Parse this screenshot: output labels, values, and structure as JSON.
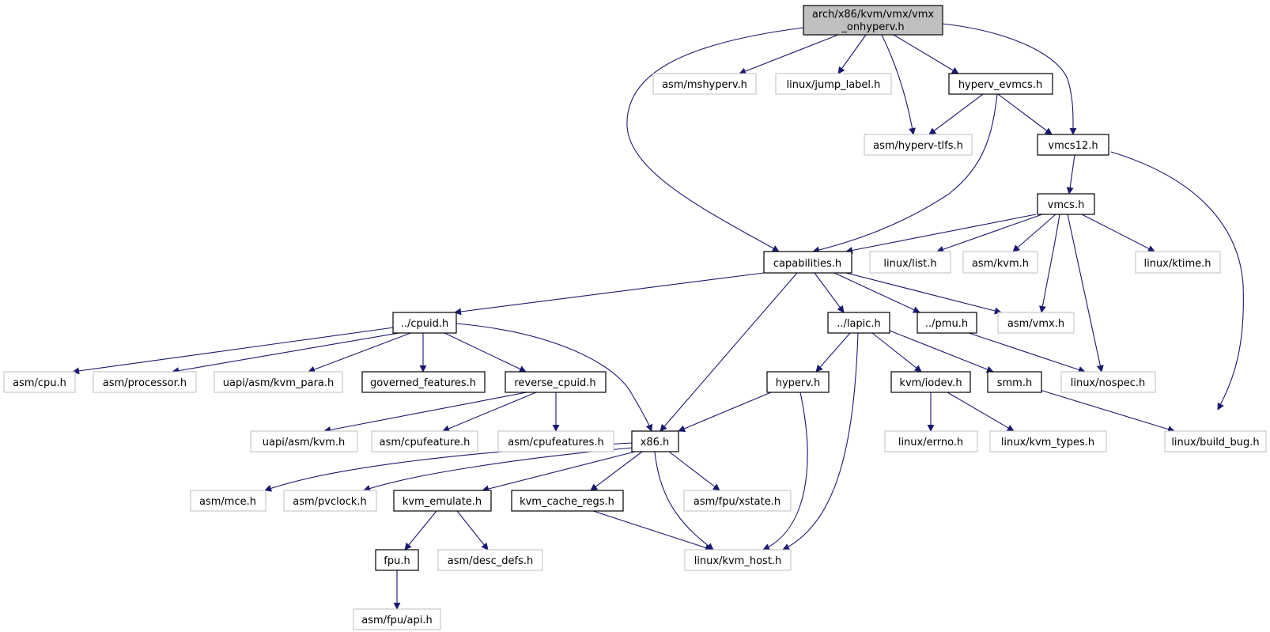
{
  "graph": {
    "edge_color": "#191970",
    "root_fill": "#bfbfbf",
    "external_border": "#bfbfbf",
    "internal_border": "#000000",
    "nodes": {
      "root": {
        "line1": "arch/x86/kvm/vmx/vmx",
        "line2": "_onhyperv.h"
      },
      "asm_mshyperv": {
        "label": "asm/mshyperv.h"
      },
      "linux_jump_label": {
        "label": "linux/jump_label.h"
      },
      "hyperv_evmcs": {
        "label": "hyperv_evmcs.h"
      },
      "asm_hyperv_tlfs": {
        "label": "asm/hyperv-tlfs.h"
      },
      "vmcs12": {
        "label": "vmcs12.h"
      },
      "vmcs": {
        "label": "vmcs.h"
      },
      "capabilities": {
        "label": "capabilities.h"
      },
      "linux_list": {
        "label": "linux/list.h"
      },
      "asm_kvm": {
        "label": "asm/kvm.h"
      },
      "linux_ktime": {
        "label": "linux/ktime.h"
      },
      "cpuid": {
        "label": "../cpuid.h"
      },
      "lapic": {
        "label": "../lapic.h"
      },
      "pmu": {
        "label": "../pmu.h"
      },
      "asm_vmx": {
        "label": "asm/vmx.h"
      },
      "asm_cpu": {
        "label": "asm/cpu.h"
      },
      "asm_processor": {
        "label": "asm/processor.h"
      },
      "uapi_asm_kvm_para": {
        "label": "uapi/asm/kvm_para.h"
      },
      "governed_features": {
        "label": "governed_features.h"
      },
      "reverse_cpuid": {
        "label": "reverse_cpuid.h"
      },
      "hyperv": {
        "label": "hyperv.h"
      },
      "kvm_iodev": {
        "label": "kvm/iodev.h"
      },
      "smm": {
        "label": "smm.h"
      },
      "linux_nospec": {
        "label": "linux/nospec.h"
      },
      "linux_build_bug": {
        "label": "linux/build_bug.h"
      },
      "uapi_asm_kvm": {
        "label": "uapi/asm/kvm.h"
      },
      "asm_cpufeature": {
        "label": "asm/cpufeature.h"
      },
      "asm_cpufeatures": {
        "label": "asm/cpufeatures.h"
      },
      "x86": {
        "label": "x86.h"
      },
      "linux_errno": {
        "label": "linux/errno.h"
      },
      "linux_kvm_types": {
        "label": "linux/kvm_types.h"
      },
      "asm_mce": {
        "label": "asm/mce.h"
      },
      "asm_pvclock": {
        "label": "asm/pvclock.h"
      },
      "kvm_emulate": {
        "label": "kvm_emulate.h"
      },
      "kvm_cache_regs": {
        "label": "kvm_cache_regs.h"
      },
      "asm_fpu_xstate": {
        "label": "asm/fpu/xstate.h"
      },
      "fpu": {
        "label": "fpu.h"
      },
      "asm_desc_defs": {
        "label": "asm/desc_defs.h"
      },
      "linux_kvm_host": {
        "label": "linux/kvm_host.h"
      },
      "asm_fpu_api": {
        "label": "asm/fpu/api.h"
      }
    }
  }
}
